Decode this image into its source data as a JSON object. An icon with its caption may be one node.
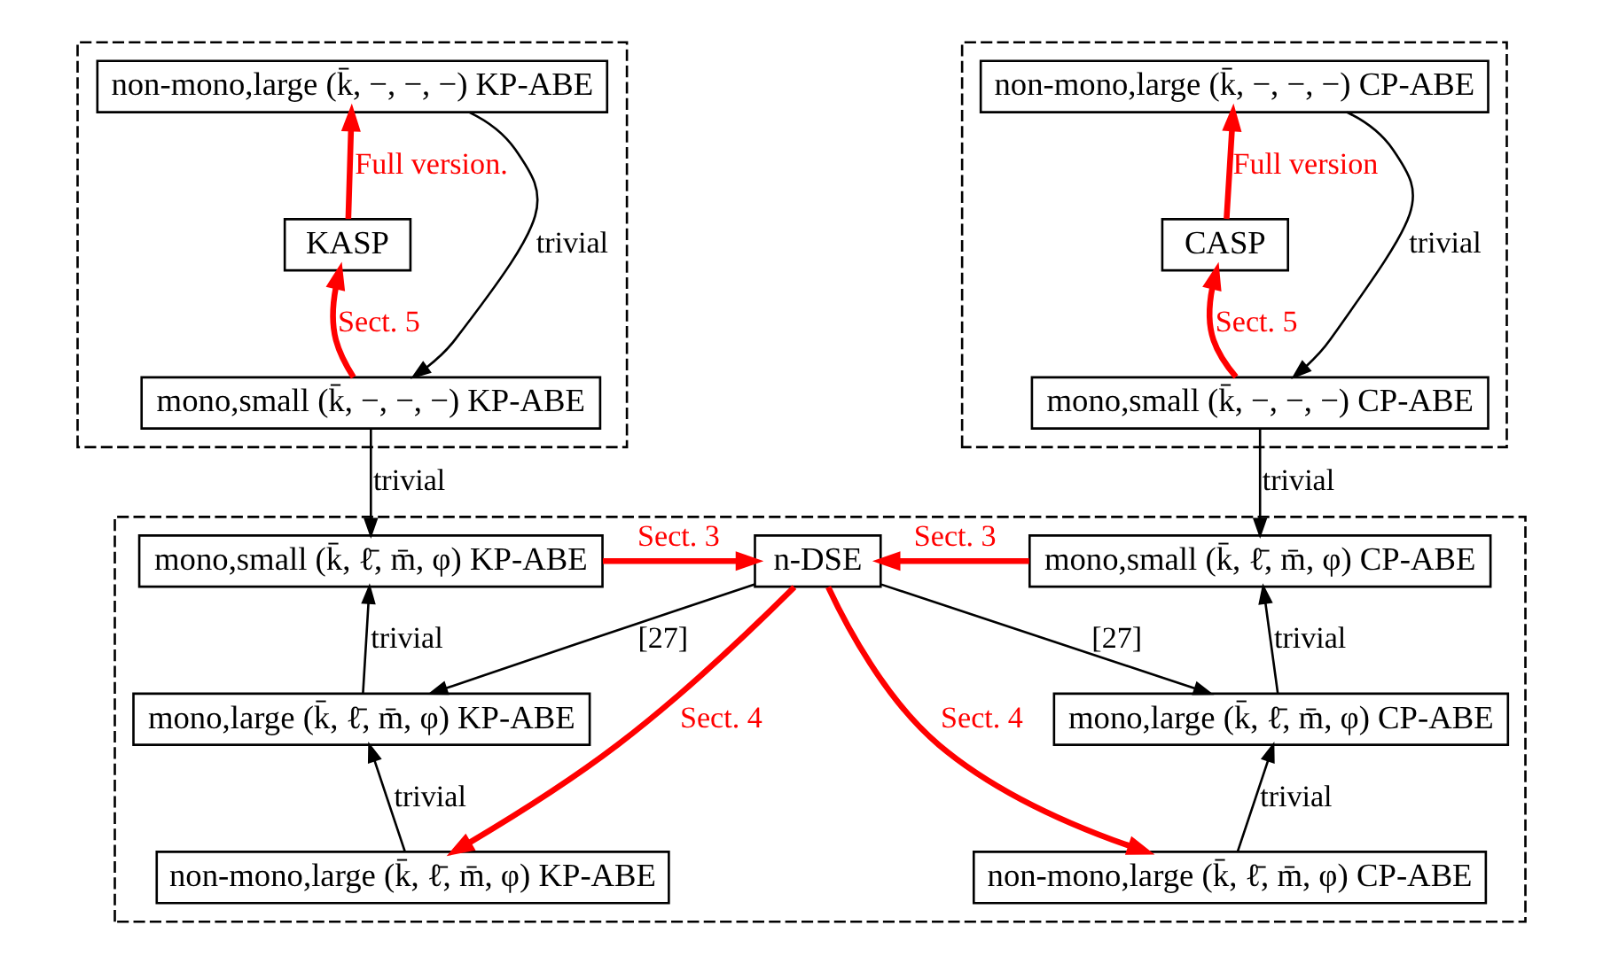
{
  "diagram": {
    "nodes": [
      {
        "text": [],
        "shape": "box"
      },
      {
        "text": [
          "non-mono,large (k̄, −, −, −) KP-ABE"
        ],
        "in": 0
      },
      {
        "text": [
          "KASP"
        ],
        "in": 0
      },
      {
        "text": [
          "mono,small (k̄, −, −, −) KP-ABE"
        ],
        "in": 0
      },
      {
        "text": [],
        "shape": "box"
      },
      {
        "text": [
          "non-mono,large (k̄, −, −, −) CP-ABE"
        ],
        "in": 4
      },
      {
        "text": [
          "CASP"
        ],
        "in": 4
      },
      {
        "text": [
          "mono,small (k̄, −, −, −) CP-ABE"
        ],
        "in": 4
      },
      {
        "text": [],
        "shape": "box"
      },
      {
        "text": [
          "mono,small (k̄, ℓ̄, m̄, φ) KP-ABE"
        ],
        "in": 8
      },
      {
        "text": [
          "n-DSE"
        ],
        "in": 8
      },
      {
        "text": [
          "mono,small (k̄, ℓ̄, m̄, φ) CP-ABE"
        ],
        "in": 8
      },
      {
        "text": [
          "mono,large (k̄, ℓ̄, m̄, φ) KP-ABE"
        ],
        "in": 8
      },
      {
        "text": [
          "mono,large (k̄, ℓ̄, m̄, φ) CP-ABE"
        ],
        "in": 8
      },
      {
        "text": [
          "non-mono,large (k̄, ℓ̄, m̄, φ) KP-ABE"
        ],
        "in": 8
      },
      {
        "text": [
          "non-mono,large (k̄, ℓ̄, m̄, φ) CP-ABE"
        ],
        "in": 8
      }
    ],
    "edges": [
      {
        "from": 1,
        "to": 3,
        "arrow": "to",
        "label": "trivial"
      },
      {
        "from": 3,
        "to": 2,
        "arrow": "to",
        "label": "Sect. 5",
        "style": "thick",
        "color": "#ff0000"
      },
      {
        "from": 2,
        "to": 1,
        "arrow": "to",
        "label": "Full version.",
        "style": "thick",
        "color": "#ff0000"
      },
      {
        "from": 7,
        "to": 6,
        "arrow": "to",
        "label": "Sect. 5",
        "style": "thick",
        "color": "#ff0000"
      },
      {
        "from": 6,
        "to": 5,
        "arrow": "to",
        "label": "Full version",
        "style": "thick",
        "color": "#ff0000"
      },
      {
        "from": 5,
        "to": 7,
        "arrow": "to",
        "label": "trivial"
      },
      {
        "from": 3,
        "to": 9,
        "arrow": "to",
        "label": "trivial"
      },
      {
        "from": 7,
        "to": 11,
        "arrow": "to",
        "label": "trivial"
      },
      {
        "from": 9,
        "to": 10,
        "arrow": "to",
        "label": "Sect. 3",
        "style": "thick",
        "color": "#ff0000"
      },
      {
        "from": 11,
        "to": 10,
        "arrow": "to",
        "label": "Sect. 3",
        "style": "thick",
        "color": "#ff0000"
      },
      {
        "from": 10,
        "to": 12,
        "arrow": "to",
        "label": "[27]"
      },
      {
        "from": 10,
        "to": 13,
        "arrow": "to",
        "label": "[27]"
      },
      {
        "from": 12,
        "to": 9,
        "arrow": "to",
        "label": "trivial"
      },
      {
        "from": 13,
        "to": 11,
        "arrow": "to",
        "label": "trivial"
      },
      {
        "from": 14,
        "to": 12,
        "arrow": "to",
        "label": "trivial"
      },
      {
        "from": 15,
        "to": 13,
        "arrow": "to",
        "label": "trivial"
      },
      {
        "from": 10,
        "to": 14,
        "arrow": "to",
        "label": "Sect. 4",
        "style": "thick",
        "color": "#ff0000"
      },
      {
        "from": 10,
        "to": 15,
        "arrow": "to",
        "label": "Sect. 4",
        "style": "thick",
        "color": "#ff0000"
      }
    ]
  }
}
